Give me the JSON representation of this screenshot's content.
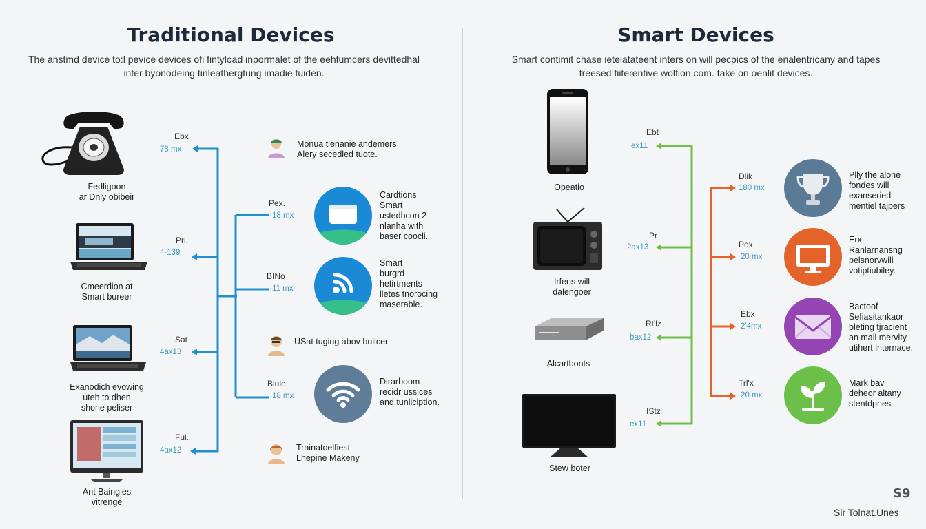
{
  "left": {
    "title": "Traditional Devices",
    "subtitle_lines": [
      "The anstmd device to:l pevice devices ofi fintyload inpormalet of the eehfumcers devittedhal",
      "inter byonodeing tinleathergtung imadie tuiden."
    ],
    "devices": [
      {
        "label_lines": [
          "Fedligoon",
          "ar Dnly obibeir"
        ]
      },
      {
        "label_lines": [
          "Cmeerdion at",
          "Smart bureer"
        ]
      },
      {
        "label_lines": [
          "Exanodich evowing",
          "uteh to dhen",
          "shone peliser"
        ]
      },
      {
        "label_lines": [
          "Ant Baingies",
          "vitrenge"
        ]
      }
    ],
    "connectors": [
      {
        "name": "Ebx",
        "value": "78 mx"
      },
      {
        "name": "Pri.",
        "value": "4-139"
      },
      {
        "name": "Sat",
        "value": "4ax13"
      },
      {
        "name": "Ful.",
        "value": "4ax12"
      }
    ],
    "mid_connectors": [
      {
        "name": "Pex.",
        "value": "18 mx"
      },
      {
        "name": "BINo",
        "value": "11 mx"
      },
      {
        "name": "Blule",
        "value": "18 mx"
      }
    ],
    "people": [
      {
        "text_lines": [
          "Monua tienanie andemers",
          "Alery secedled tuote."
        ]
      },
      {
        "text_lines": [
          "USat tuging abov builcer"
        ]
      },
      {
        "text_lines": [
          "Trainatoelfiest",
          "Lhepine Makeny"
        ]
      }
    ],
    "features": [
      {
        "icon": "window-icon",
        "color": "#1a8ad6",
        "text_lines": [
          "Cardtions",
          "Smart",
          "ustedhcon 2",
          "nlanha with",
          "baser coocli."
        ]
      },
      {
        "icon": "signal-icon",
        "color": "#1a8ad6",
        "text_lines": [
          "Smart",
          "burgrd",
          "hetirtments",
          "lletes tnorocing",
          "maserable."
        ]
      },
      {
        "icon": "wifi-icon",
        "color": "#5f7d99",
        "text_lines": [
          "Dirarboom",
          "recidr ussices",
          "and tunliciption."
        ]
      }
    ]
  },
  "right": {
    "title": "Smart Devices",
    "subtitle_lines": [
      "Smart contimit chase ieteiatateent inters on will pecpics of the enalentricany and tapes",
      "treesed fiiterentive wolfion.com. take on oenlit devices."
    ],
    "devices": [
      {
        "label_lines": [
          "Opeatio"
        ]
      },
      {
        "label_lines": [
          "Irfens will",
          "dalengoer"
        ]
      },
      {
        "label_lines": [
          "Alcartbonts"
        ]
      },
      {
        "label_lines": [
          "Stew boter"
        ]
      }
    ],
    "connectors": [
      {
        "name": "Ebt",
        "value": "ex11"
      },
      {
        "name": "Pr",
        "value": "2ax13"
      },
      {
        "name": "Rt'lz",
        "value": "bax12"
      },
      {
        "name": "IStz",
        "value": "ex11"
      }
    ],
    "feature_connectors": [
      {
        "name": "Dlik",
        "value": "180 mx"
      },
      {
        "name": "Pox",
        "value": "20 mx"
      },
      {
        "name": "Ebx",
        "value": "2'4mx"
      },
      {
        "name": "Trl'x",
        "value": "20 mx"
      }
    ],
    "features": [
      {
        "icon": "trophy-icon",
        "color": "#5a7a96",
        "text_lines": [
          "Plly the alone",
          "fondes will",
          "exanseried",
          "mentiel tajpers"
        ]
      },
      {
        "icon": "monitor-icon",
        "color": "#e4632b",
        "text_lines": [
          "Erx",
          "Ranlarnansng",
          "pelsnorvwill",
          "votiptiubiley."
        ]
      },
      {
        "icon": "mail-icon",
        "color": "#9444b3",
        "text_lines": [
          "Bactoof",
          "Sefiasitankaor",
          "bleting tjracient",
          "an mail mervity",
          "utihert internace."
        ]
      },
      {
        "icon": "leaf-icon",
        "color": "#6cc04a",
        "text_lines": [
          "Mark bav",
          "deheor altany",
          "stentdpnes"
        ]
      }
    ]
  },
  "colors": {
    "blue_line": "#1f8fd0",
    "green_line": "#6cc04a",
    "orange_line": "#e4632b",
    "value_text": "#3d9bbf"
  },
  "credit": "Sir Tolnat.Unes",
  "credit_logo_text": "S9"
}
